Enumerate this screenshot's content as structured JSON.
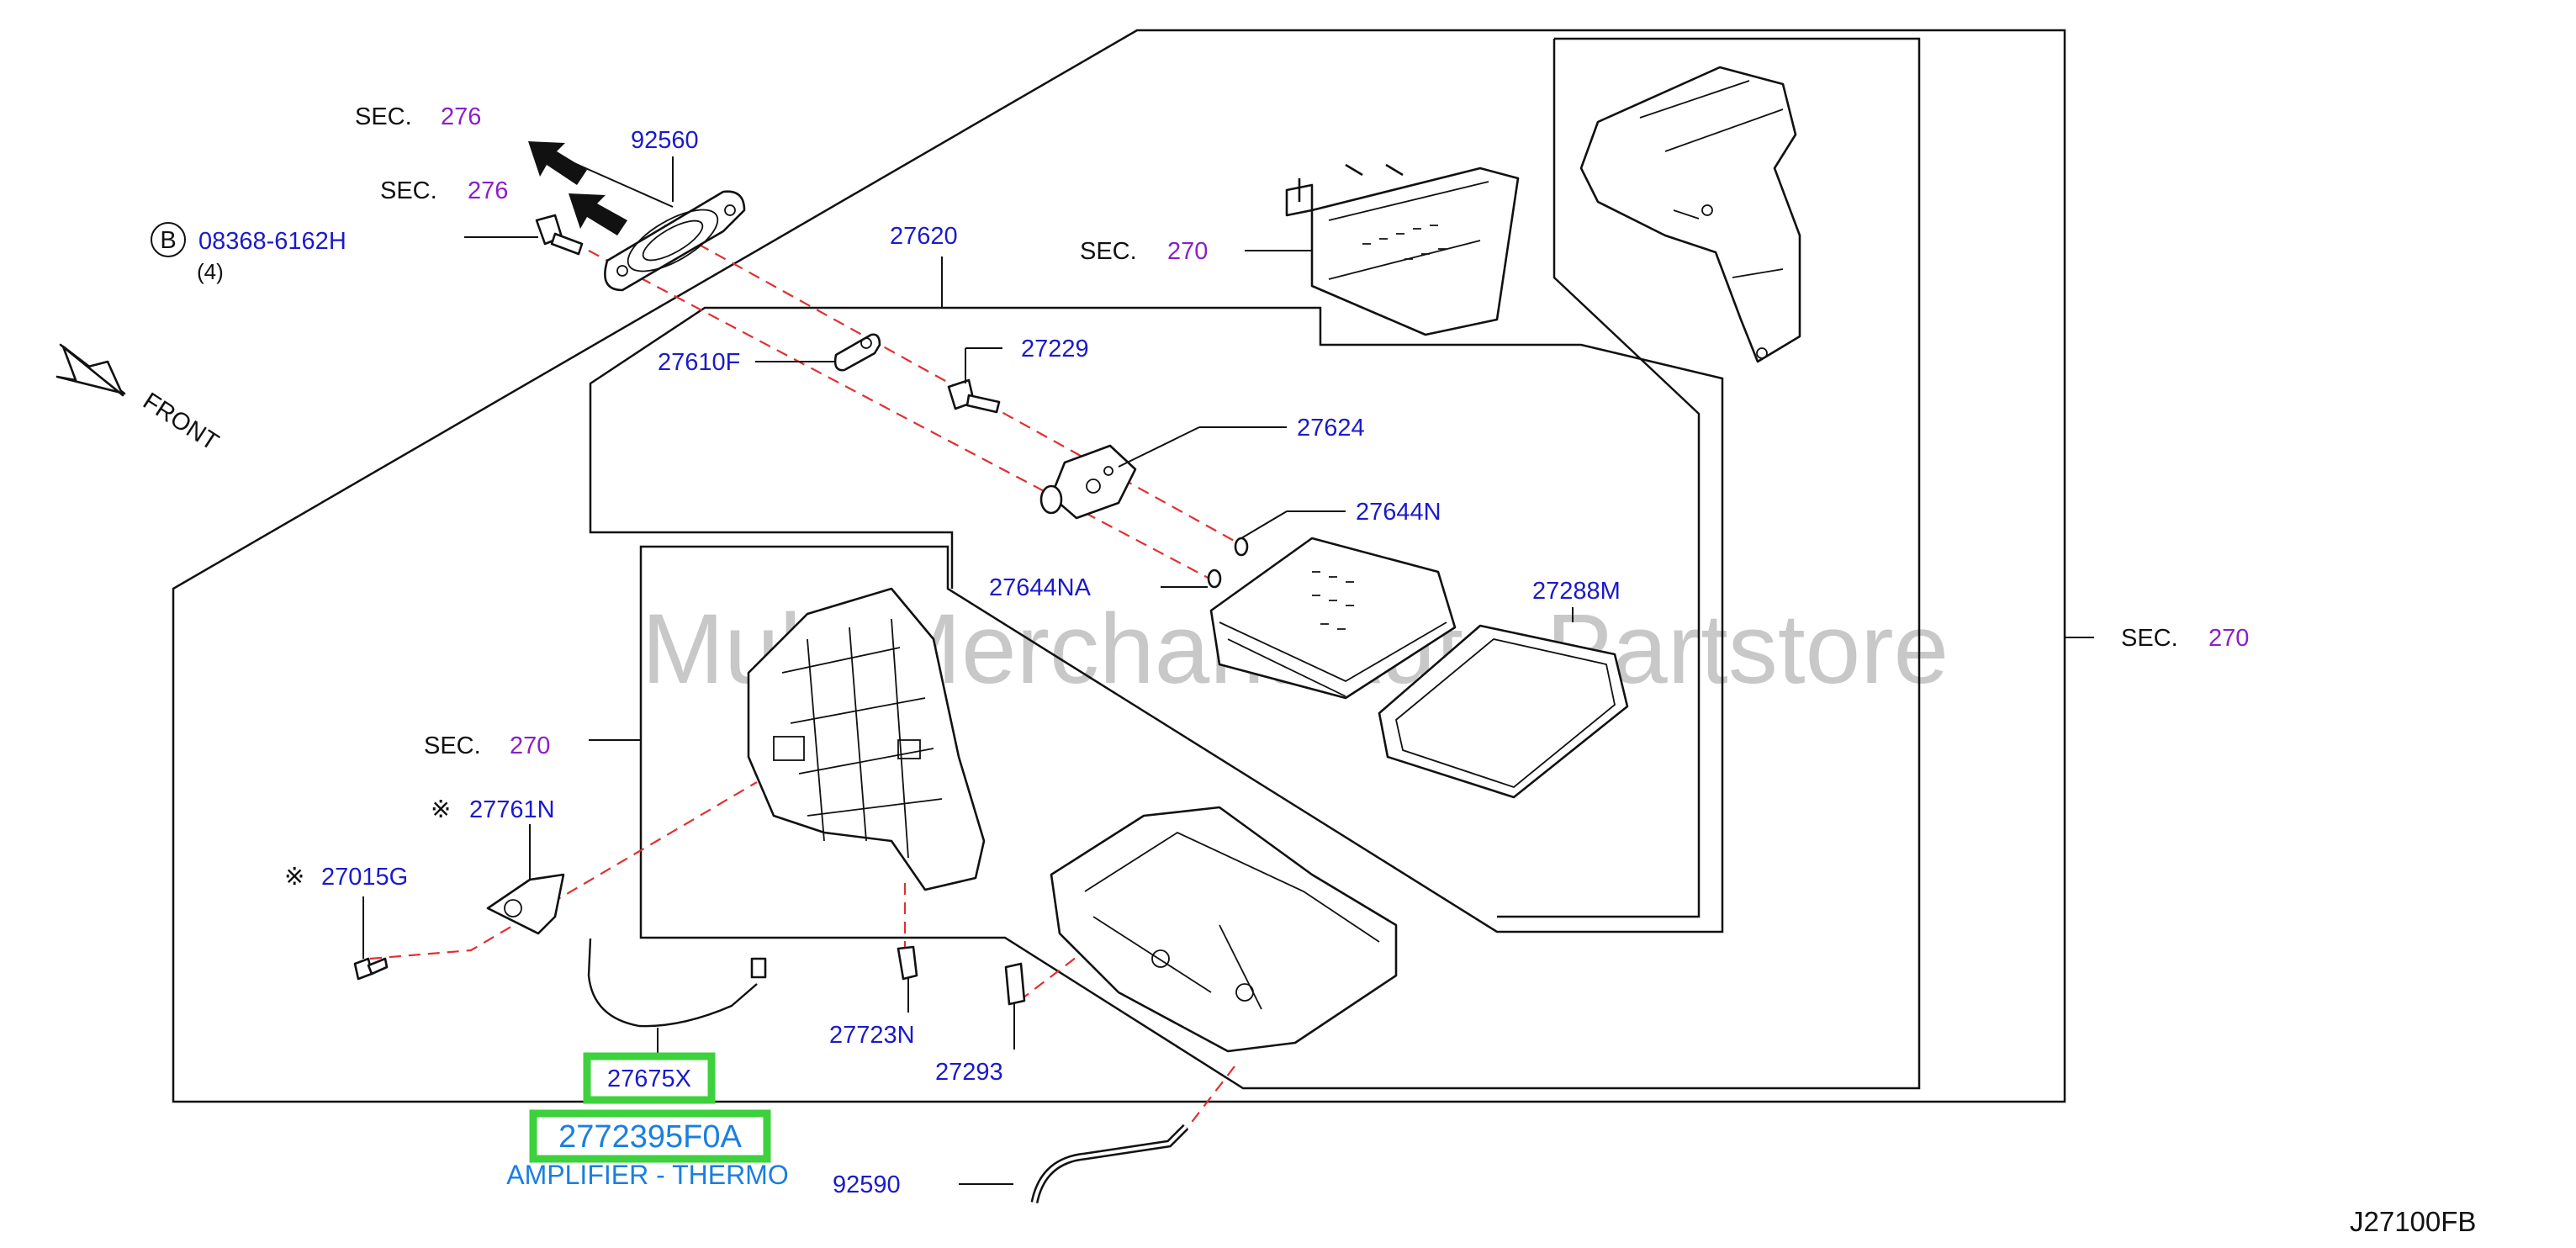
{
  "diagram_code": "J27100FB",
  "watermark": "Multi Merchant Auto Partstore",
  "front_label": "FRONT",
  "sec_labels": {
    "sec_276_top": {
      "prefix": "SEC.",
      "num": "276"
    },
    "sec_276_mid": {
      "prefix": "SEC.",
      "num": "276"
    },
    "sec_270_heater": {
      "prefix": "SEC.",
      "num": "270"
    },
    "sec_270_right": {
      "prefix": "SEC.",
      "num": "270"
    },
    "sec_270_case": {
      "prefix": "SEC.",
      "num": "270"
    }
  },
  "bolt_b": {
    "marker": "B",
    "part": "08368-6162H",
    "qty": "(4)"
  },
  "parts": {
    "p92560": "92560",
    "p27620": "27620",
    "p27610F": "27610F",
    "p27229": "27229",
    "p27624": "27624",
    "p27644N": "27644N",
    "p27644NA": "27644NA",
    "p27288M": "27288M",
    "p27761N": "27761N",
    "p27015G": "27015G",
    "p27723N": "27723N",
    "p27293": "27293",
    "p92590": "92590"
  },
  "optional_mark": "※",
  "highlighted": {
    "part_ref": "27675X",
    "part_number": "2772395F0A",
    "description": "AMPLIFIER - THERMO",
    "highlight_color": "#3dd13d"
  },
  "colors": {
    "part_label": "#1a1acc",
    "section_number": "#8a1fc8",
    "dashed_guide": "#e03030",
    "highlight_text": "#1a7fe0"
  }
}
